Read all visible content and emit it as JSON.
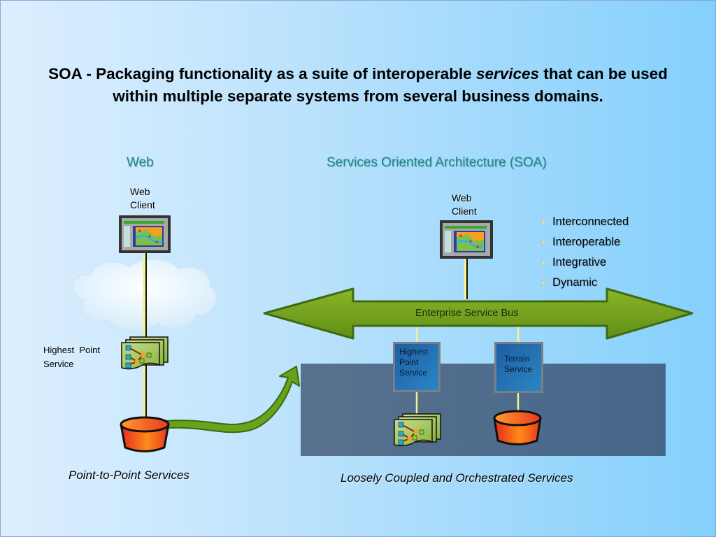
{
  "title": {
    "part1": "SOA - Packaging functionality as a suite of interoperable ",
    "emphasis": "services",
    "part2": " that can be used within multiple separate systems from several business domains."
  },
  "left_panel": {
    "heading": "Web",
    "client_label_line1": "Web",
    "client_label_line2": "Client",
    "service_label_line1": "Highest  Point",
    "service_label_line2": "Service",
    "caption": "Point-to-Point Services"
  },
  "right_panel": {
    "heading": "Services Oriented Architecture (SOA)",
    "client_label_line1": "Web",
    "client_label_line2": "Client",
    "bullets": [
      "Interconnected",
      "Interoperable",
      "Integrative",
      "Dynamic"
    ],
    "bus_label": "Enterprise Service Bus",
    "services": [
      {
        "line1": "Highest",
        "line2": "Point",
        "line3": "Service"
      },
      {
        "line1": "Terrain",
        "line2": "Service"
      }
    ],
    "caption": "Loosely Coupled and Orchestrated Services"
  },
  "colors": {
    "heading": "#1a8a86",
    "bus_green": "#6fa01c",
    "platform": "#4f6d8c",
    "database": "#f0501e",
    "connector_yellow": "#f4f28a"
  }
}
